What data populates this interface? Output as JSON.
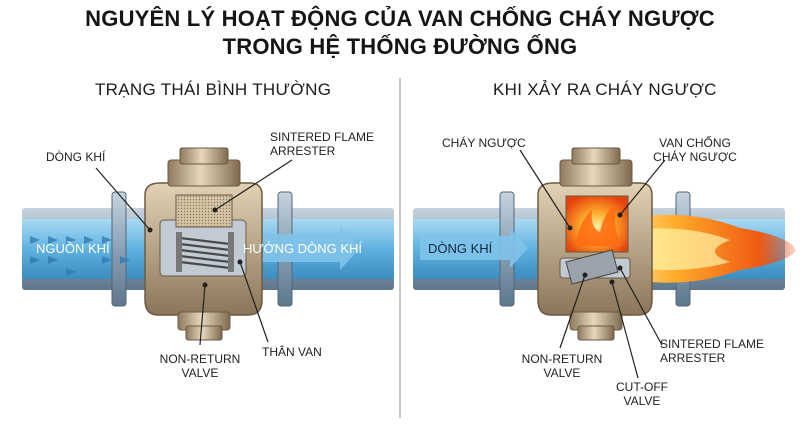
{
  "title": {
    "line1": "NGUYÊN LÝ HOẠT ĐỘNG CỦA VAN CHỐNG CHÁY NGƯỢC",
    "line2": "TRONG HỆ THỐNG ĐƯỜNG ỐNG"
  },
  "left_panel": {
    "heading": "TRẠNG THÁI BÌNH THƯỜNG",
    "labels": {
      "gas_flow": "DÒNG KHÍ",
      "gas_source": "NGUỒN KHÍ",
      "flow_direction": "HƯỚNG DÒNG KHÍ",
      "sintered_line1": "SINTERED FLAME",
      "sintered_line2": "ARRESTER",
      "nonreturn_line1": "NON-RETURN",
      "nonreturn_line2": "VALVE",
      "body": "THÂN VAN"
    }
  },
  "right_panel": {
    "heading": "KHI XẢY RA CHÁY NGƯỢC",
    "labels": {
      "backfire": "CHÁY NGƯỢC",
      "valve_line1": "VAN CHỐNG",
      "valve_line2": "CHÁY NGƯỢC",
      "gas_flow": "DÒNG KHÍ",
      "nonreturn_line1": "NON-RETURN",
      "nonreturn_line2": "VALVE",
      "sintered_line1": "SINTERED FLAME",
      "sintered_line2": "ARRESTER",
      "cutoff_line1": "CUT-OFF",
      "cutoff_line2": "VALVE"
    }
  },
  "colors": {
    "pipe_outer": "#8aa1b5",
    "pipe_inner": "#5fb2e0",
    "brass": "#b9a586",
    "flame": "#ff7a12"
  }
}
